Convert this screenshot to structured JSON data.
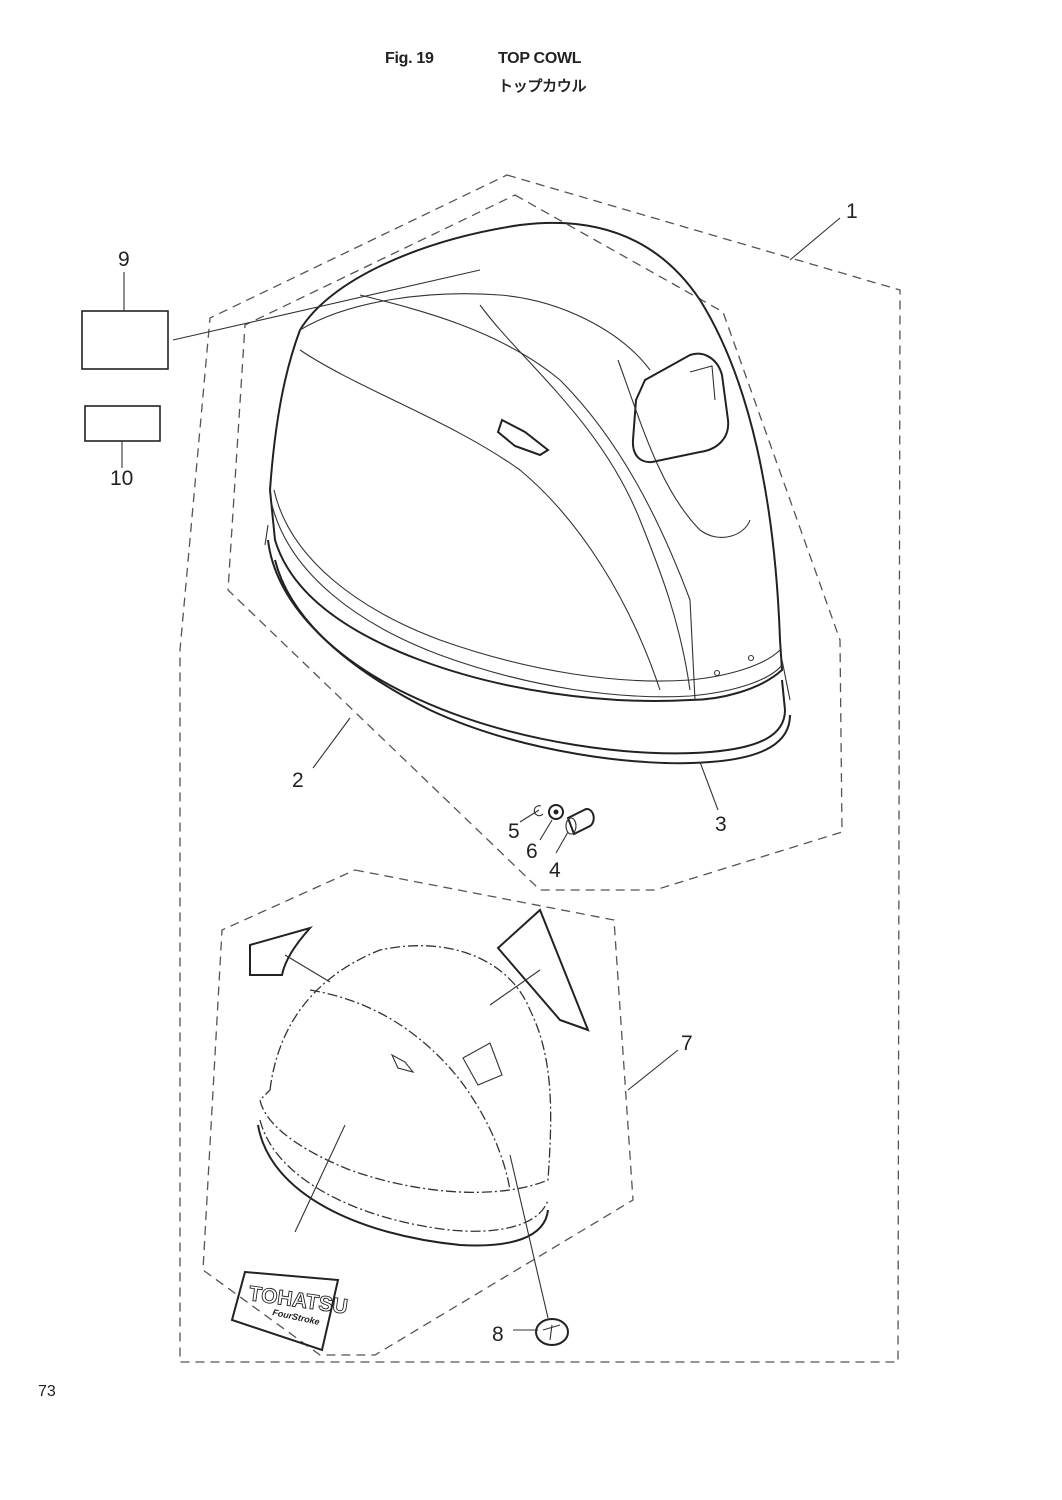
{
  "header": {
    "figure": "Fig. 19",
    "title": "TOP COWL",
    "title_jp": "トップカウル"
  },
  "callouts": [
    "1",
    "2",
    "3",
    "4",
    "5",
    "6",
    "7",
    "8",
    "9",
    "10"
  ],
  "decal": {
    "brand": "TOHATSU",
    "sub": "FourStroke"
  },
  "page_number": "73"
}
